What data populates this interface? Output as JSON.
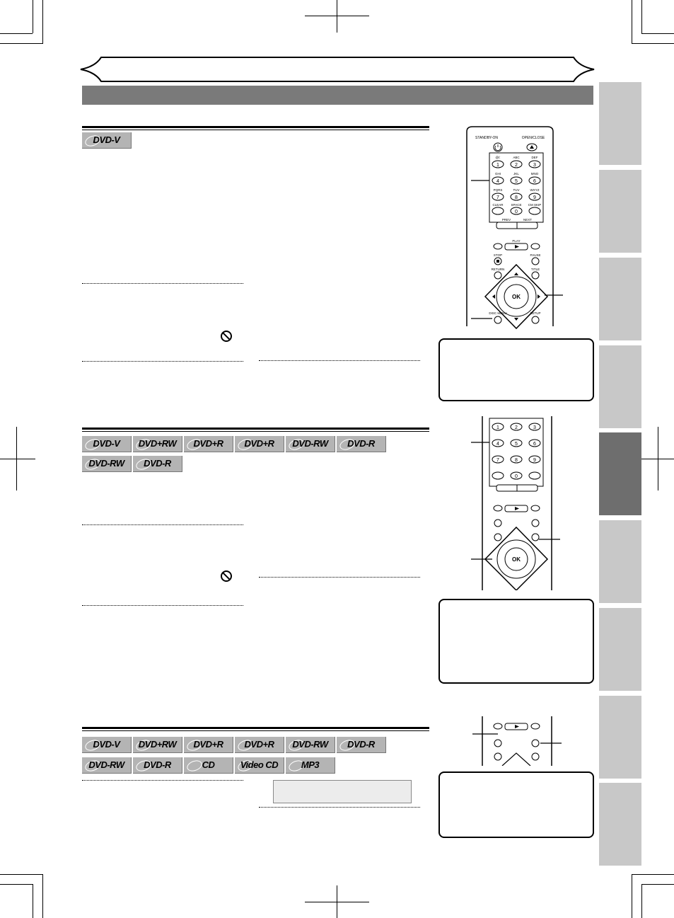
{
  "sections": [
    {
      "badges": [
        "DVD-V"
      ]
    },
    {
      "badges": [
        "DVD-V",
        "DVD+RW",
        "DVD+R",
        "DVD+R",
        "DVD-RW",
        "DVD-R",
        "DVD-RW",
        "DVD-R"
      ]
    },
    {
      "badges": [
        "DVD-V",
        "DVD+RW",
        "DVD+R",
        "DVD+R",
        "DVD-RW",
        "DVD-R",
        "DVD-RW",
        "DVD-R",
        "CD",
        "Video CD",
        "MP3"
      ]
    }
  ],
  "remote": {
    "standby_label": "STANDBY-ON",
    "open_close_label": "OPEN/CLOSE",
    "key_letters": [
      "@/:",
      "ABC",
      "DEF",
      "GHI",
      "JKL",
      "MNO",
      "PQRS",
      "TUV",
      "WXYZ"
    ],
    "keys": [
      "1",
      "2",
      "3",
      "4",
      "5",
      "6",
      "7",
      "8",
      "9"
    ],
    "clear_label": "CLEAR",
    "space_label": "SPACE",
    "zero_key": "0",
    "cm_skip_label": "CM SKIP",
    "prev_label": "PREV",
    "next_label": "NEXT",
    "play_label": "PLAY",
    "stop_label": "STOP",
    "pause_label": "PAUSE",
    "return_label": "RETURN",
    "title_label": "TITLE",
    "ok_label": "OK",
    "disc_menu_label": "DISC MENU",
    "setup_label": "SETUP"
  },
  "colors": {
    "tab": "#c8c8c8",
    "tab_active": "#6e6e6e",
    "bar": "#7a7a7a",
    "badge": "#b4b4b4"
  }
}
